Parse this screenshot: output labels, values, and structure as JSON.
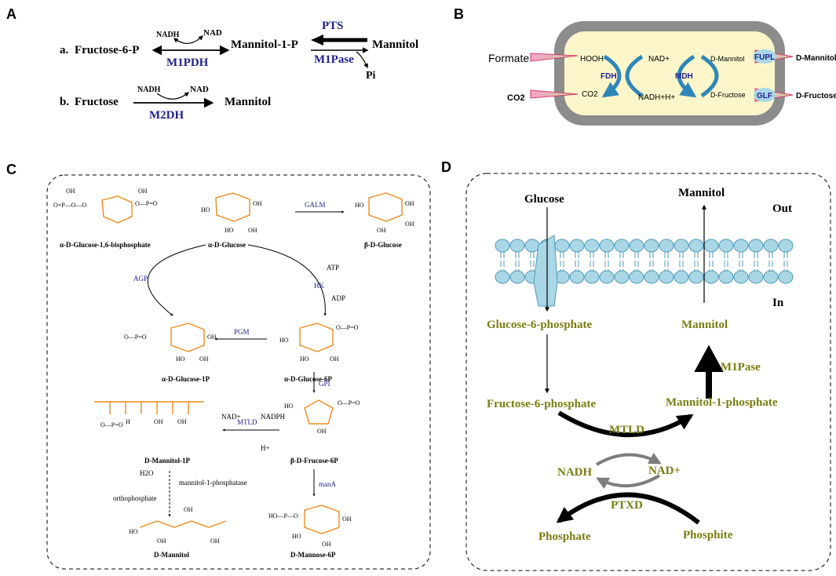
{
  "panel_labels": {
    "a": "A",
    "b": "B",
    "c": "C",
    "d": "D"
  },
  "panel_a": {
    "row_a": {
      "prefix": "a.",
      "substrate": "Fructose-6-P",
      "cofactor_left": "NADH",
      "cofactor_right": "NAD",
      "enzyme_left": "M1PDH",
      "intermediate": "Mannitol-1-P",
      "enzyme_top": "PTS",
      "enzyme_bottom": "M1Pase",
      "product": "Mannitol",
      "byproduct": "Pi"
    },
    "row_b": {
      "prefix": "b.",
      "substrate": "Fructose",
      "cofactor_left": "NADH",
      "cofactor_right": "NAD",
      "enzyme": "M2DH",
      "product": "Mannitol"
    }
  },
  "panel_b": {
    "formate": "Formate",
    "co2_out": "CO2",
    "hooh": "HOOH",
    "co2_in": "CO2",
    "fdh": "FDH",
    "nad_plus": "NAD+",
    "nadh_h": "NADH+H+",
    "mdh": "MDH",
    "d_mannitol_in": "D-Mannitol",
    "d_fructose_in": "D-Fructose",
    "fupl": "FUPL",
    "glf": "GLF",
    "d_mannitol_out": "D-Mannitol",
    "d_fructose_out": "D-Fructose"
  },
  "panel_c": {
    "bisphosphate": "α-D-Glucose-1,6-bisphosphate",
    "a_glucose": "α-D-Glucose",
    "b_glucose": "β-D-Glucose",
    "galm": "GALM",
    "atp": "ATP",
    "hk": "HK",
    "adp": "ADP",
    "agp": "AGP",
    "pgm": "PGM",
    "glucose_1p": "α-D-Glucose-1P",
    "glucose_6p": "α-D-Glucose-6P",
    "gpi": "GPI",
    "nad_plus": "NAD+",
    "nadph": "NADPH",
    "mtld": "MTLD",
    "h_plus": "H+",
    "mannitol_1p": "D-Mannitol-1P",
    "fructose_6p": "β-D-Frucose-6P",
    "h2o": "H2O",
    "phosphatase": "mannitol-1-phosphatase",
    "orthophosphate": "orthophosphate",
    "mana": "manA",
    "d_mannitol": "D-Mannitol",
    "mannose_6p": "D-Mannose-6P"
  },
  "panel_d": {
    "glucose": "Glucose",
    "mannitol_out": "Mannitol",
    "out": "Out",
    "in": "In",
    "g6p": "Glucose-6-phosphate",
    "mannitol_in": "Mannitol",
    "m1pase": "M1Pase",
    "f6p": "Fructose-6-phosphate",
    "m1p": "Mannitol-1-phosphate",
    "mtld": "MTLD",
    "nadh": "NADH",
    "nad_plus": "NAD+",
    "ptxd": "PTXD",
    "phosphate": "Phosphate",
    "phosphite": "Phosphite"
  },
  "colors": {
    "enzyme_blue": "#1f1f8f",
    "chem_orange": "#f08a1c",
    "olive": "#7a7d10",
    "membrane_blue": "#a9d7e6",
    "cell_wall": "#8c8c8c",
    "cytoplasm": "#fbf6c9",
    "cycle_blue": "#2f86b8"
  }
}
